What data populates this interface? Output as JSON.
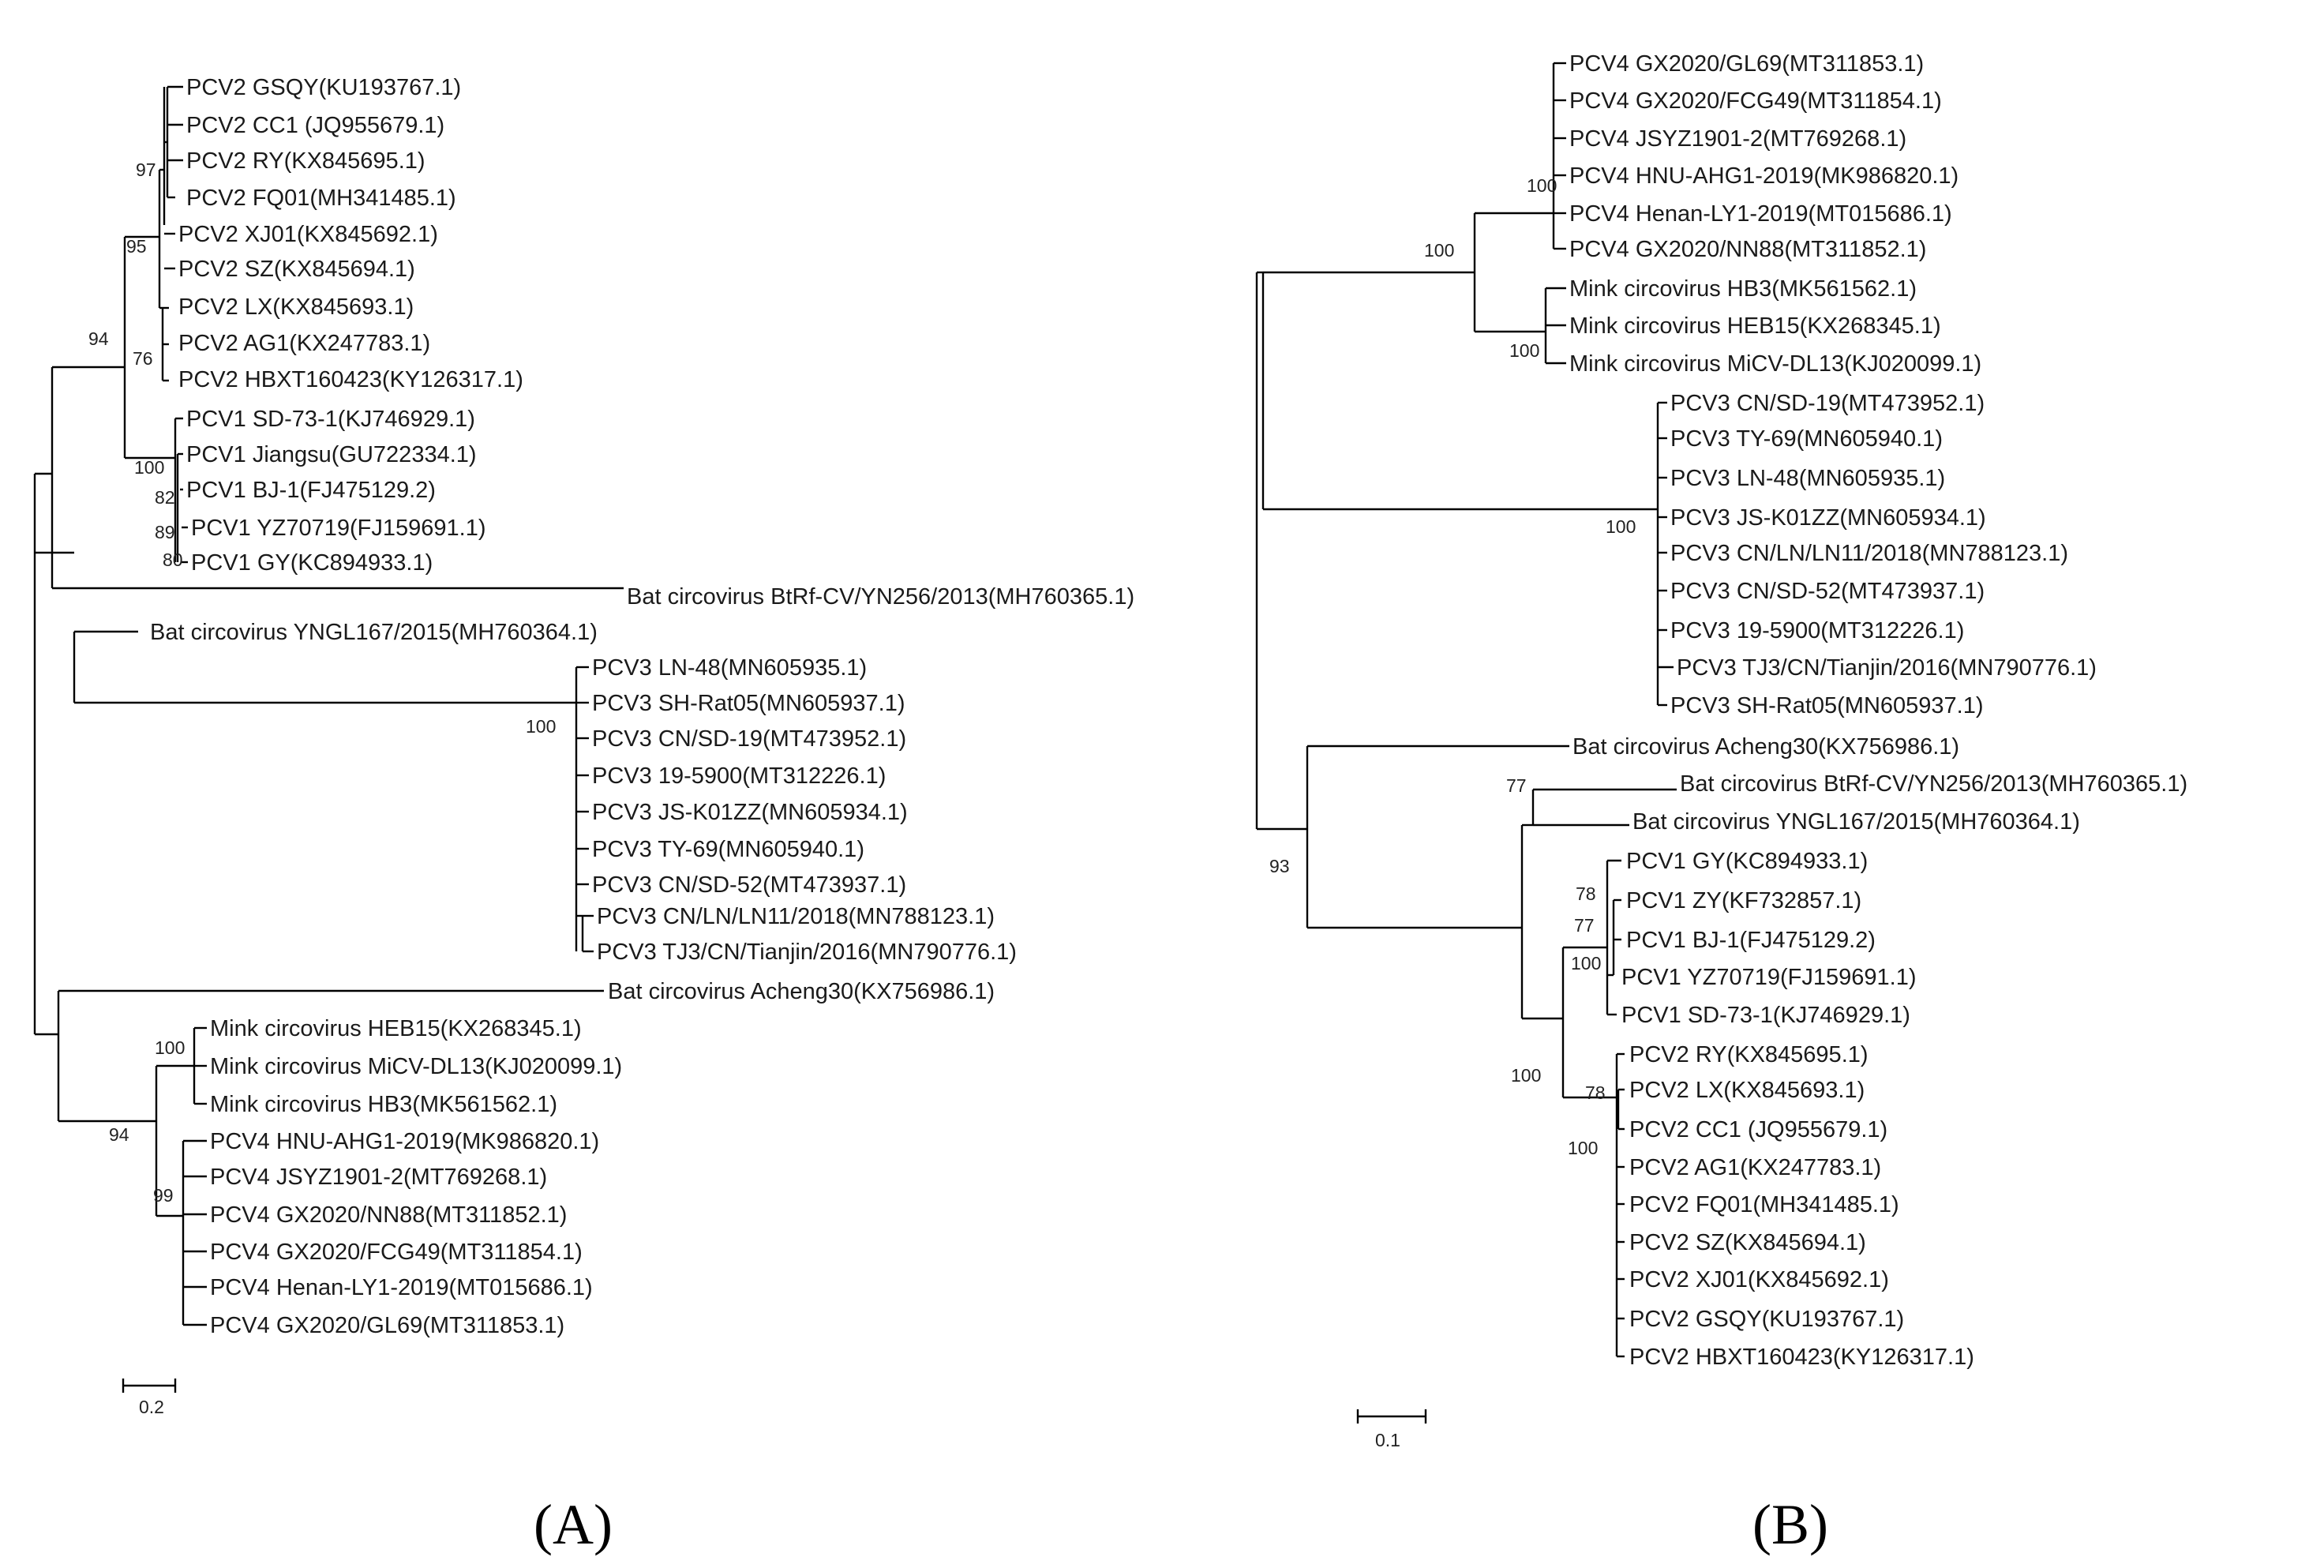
{
  "panels": [
    {
      "id": "A",
      "panel_label": "(A)",
      "scale_label": "0.2",
      "taxa": [
        "PCV2 GSQY(KU193767.1)",
        "PCV2 CC1 (JQ955679.1)",
        "PCV2 RY(KX845695.1)",
        "PCV2 FQ01(MH341485.1)",
        "PCV2 XJ01(KX845692.1)",
        "PCV2 SZ(KX845694.1)",
        "PCV2 LX(KX845693.1)",
        "PCV2 AG1(KX247783.1)",
        "PCV2 HBXT160423(KY126317.1)",
        "PCV1 SD-73-1(KJ746929.1)",
        "PCV1 Jiangsu(GU722334.1)",
        "PCV1 BJ-1(FJ475129.2)",
        "PCV1 YZ70719(FJ159691.1)",
        "PCV1 GY(KC894933.1)",
        "Bat circovirus BtRf-CV/YN256/2013(MH760365.1)",
        "Bat circovirus YNGL167/2015(MH760364.1)",
        "PCV3 LN-48(MN605935.1)",
        "PCV3 SH-Rat05(MN605937.1)",
        "PCV3 CN/SD-19(MT473952.1)",
        "PCV3 19-5900(MT312226.1)",
        "PCV3 JS-K01ZZ(MN605934.1)",
        "PCV3 TY-69(MN605940.1)",
        "PCV3 CN/SD-52(MT473937.1)",
        "PCV3 CN/LN/LN11/2018(MN788123.1)",
        "PCV3 TJ3/CN/Tianjin/2016(MN790776.1)",
        "Bat circovirus Acheng30(KX756986.1)",
        "Mink circovirus HEB15(KX268345.1)",
        "Mink circovirus MiCV-DL13(KJ020099.1)",
        "Mink circovirus HB3(MK561562.1)",
        "PCV4 HNU-AHG1-2019(MK986820.1)",
        "PCV4 JSYZ1901-2(MT769268.1)",
        "PCV4 GX2020/NN88(MT311852.1)",
        "PCV4 GX2020/FCG49(MT311854.1)",
        "PCV4 Henan-LY1-2019(MT015686.1)",
        "PCV4 GX2020/GL69(MT311853.1)"
      ],
      "bootstrap": [
        "97",
        "95",
        "94",
        "76",
        "100",
        "82",
        "89",
        "80",
        "100",
        "100",
        "94",
        "99"
      ]
    },
    {
      "id": "B",
      "panel_label": "(B)",
      "scale_label": "0.1",
      "taxa": [
        "PCV4 GX2020/GL69(MT311853.1)",
        "PCV4 GX2020/FCG49(MT311854.1)",
        "PCV4 JSYZ1901-2(MT769268.1)",
        "PCV4 HNU-AHG1-2019(MK986820.1)",
        "PCV4 Henan-LY1-2019(MT015686.1)",
        "PCV4 GX2020/NN88(MT311852.1)",
        "Mink circovirus HB3(MK561562.1)",
        "Mink circovirus HEB15(KX268345.1)",
        "Mink circovirus MiCV-DL13(KJ020099.1)",
        "PCV3 CN/SD-19(MT473952.1)",
        "PCV3 TY-69(MN605940.1)",
        "PCV3 LN-48(MN605935.1)",
        "PCV3 JS-K01ZZ(MN605934.1)",
        "PCV3 CN/LN/LN11/2018(MN788123.1)",
        "PCV3 CN/SD-52(MT473937.1)",
        "PCV3 19-5900(MT312226.1)",
        "PCV3 TJ3/CN/Tianjin/2016(MN790776.1)",
        "PCV3 SH-Rat05(MN605937.1)",
        "Bat circovirus Acheng30(KX756986.1)",
        "Bat circovirus BtRf-CV/YN256/2013(MH760365.1)",
        "Bat circovirus YNGL167/2015(MH760364.1)",
        "PCV1 GY(KC894933.1)",
        "PCV1 ZY(KF732857.1)",
        "PCV1 BJ-1(FJ475129.2)",
        "PCV1 YZ70719(FJ159691.1)",
        "PCV1 SD-73-1(KJ746929.1)",
        "PCV2 RY(KX845695.1)",
        "PCV2 LX(KX845693.1)",
        "PCV2 CC1 (JQ955679.1)",
        "PCV2 AG1(KX247783.1)",
        "PCV2 FQ01(MH341485.1)",
        "PCV2 SZ(KX845694.1)",
        "PCV2 XJ01(KX845692.1)",
        "PCV2 GSQY(KU193767.1)",
        "PCV2 HBXT160423(KY126317.1)"
      ],
      "bootstrap": [
        "100",
        "100",
        "100",
        "100",
        "77",
        "93",
        "78",
        "77",
        "100",
        "100",
        "78",
        "100"
      ]
    }
  ]
}
